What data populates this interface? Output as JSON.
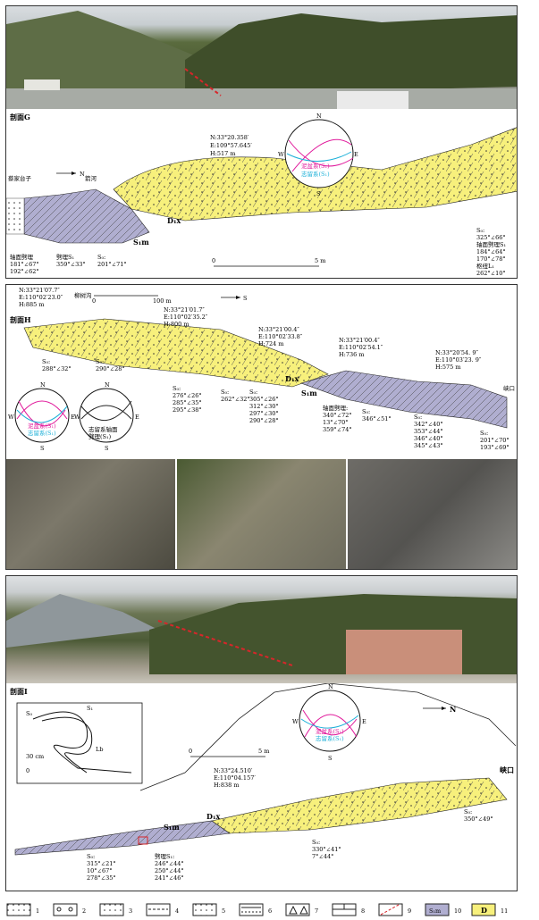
{
  "sectionG": {
    "name": "剖面G",
    "north": "N",
    "coords": [
      "N:33°20.358′",
      "E:109°57.645′",
      "H:517 m"
    ],
    "locations": [
      "蔡家台子",
      "箭河"
    ],
    "unit_dx": "D₁x",
    "unit_sm": "S₁m",
    "scale": [
      "0",
      "5 m"
    ],
    "stereonet": {
      "n": "N",
      "s": "S",
      "e": "E",
      "w": "W",
      "legend": [
        "泥盆系(S₁)",
        "志留系(S₁)"
      ]
    },
    "measurements": [
      {
        "title": "轴面劈理",
        "values": [
          "181°∠67°",
          "192°∠62°"
        ]
      },
      {
        "title": "劈理S₁",
        "values": [
          "359°∠33°"
        ]
      },
      {
        "title": "S₀:",
        "values": [
          "201°∠71°"
        ]
      },
      {
        "title": "S₀:",
        "values": [
          "325°∠66°",
          "轴面劈理S₁",
          "184°∠64°",
          "170°∠78°",
          "枢纽L₁",
          "262°∠10°"
        ]
      }
    ]
  },
  "sectionH": {
    "name": "剖面H",
    "north": "S",
    "coords": [
      [
        "N:33°21′07.7″",
        "E:110°02′23.0″",
        "H:885 m"
      ],
      [
        "N:33°21′01.7″",
        "E:110°02′35.2″",
        "H:800 m"
      ],
      [
        "N:33°21′00.4″",
        "E:110°02′33.8″",
        "H:724 m"
      ],
      [
        "N:33°21′00.4″",
        "E:110°02′54.1″",
        "H:736 m"
      ],
      [
        "N:33°20′54. 9″",
        "E:110°03′23. 9″",
        "H:575 m"
      ]
    ],
    "locations": [
      "柳树沟",
      "峡口"
    ],
    "unit_dx": "D₁x",
    "unit_sm": "S₁m",
    "scale": [
      "0",
      "100 m"
    ],
    "stereonet1": {
      "n": "N",
      "s": "S",
      "e": "E",
      "w": "W",
      "legend": [
        "泥盆系(S₁)",
        "志留系(S₁)"
      ]
    },
    "stereonet2": {
      "n": "N",
      "s": "S",
      "e": "E",
      "w": "W",
      "legend": [
        "志留系轴面",
        "劈理(S₁)"
      ]
    },
    "measurements": [
      {
        "title": "S₀:",
        "values": [
          "288°∠32°"
        ]
      },
      {
        "title": "S₀:",
        "values": [
          "290°∠28°"
        ]
      },
      {
        "title": "S₀:",
        "values": [
          "276°∠26°",
          "285°∠35°",
          "295°∠38°"
        ]
      },
      {
        "title": "S₀:",
        "values": [
          "262°∠32°"
        ]
      },
      {
        "title": "S₀:",
        "values": [
          "305°∠26°",
          "312°∠30°",
          "297°∠30°",
          "290°∠28°"
        ]
      },
      {
        "title": "轴面劈理:",
        "values": [
          "340°∠72°",
          "13°∠70°",
          "359°∠74°"
        ]
      },
      {
        "title": "S₀:",
        "values": [
          "346°∠51°"
        ]
      },
      {
        "title": "S₀:",
        "values": [
          "342°∠40°",
          "353°∠44°",
          "346°∠40°",
          "345°∠43°"
        ]
      },
      {
        "title": "S₀:",
        "values": [
          "201°∠70°",
          "193°∠69°"
        ]
      }
    ]
  },
  "sectionI": {
    "name": "剖面I",
    "north": "N",
    "coords": [
      "N:33°24.510′",
      "E:110°04.157′",
      "H:838 m"
    ],
    "locations": [
      "峡口"
    ],
    "unit_dx": "D₁x",
    "unit_sm": "S₁m",
    "scale": [
      "0",
      "5 m"
    ],
    "inset": {
      "s0": "S₀",
      "s1": "S₁",
      "lb": "Lb",
      "scale": [
        "30 cm",
        "0"
      ]
    },
    "stereonet": {
      "n": "N",
      "s": "S",
      "e": "E",
      "w": "W",
      "legend": [
        "泥盆系(S₁)",
        "志留系(S₁)"
      ]
    },
    "measurements": [
      {
        "title": "S₀:",
        "values": [
          "315°∠21°",
          "10°∠67°",
          "278°∠35°"
        ]
      },
      {
        "title": "劈理S₁:",
        "values": [
          "246°∠44°",
          "250°∠44°",
          "241°∠46°"
        ]
      },
      {
        "title": "S₀:",
        "values": [
          "330°∠41°",
          "7°∠44°"
        ]
      },
      {
        "title": "S₀:",
        "values": [
          "350°∠49°"
        ]
      }
    ]
  },
  "legend": {
    "items": [
      "1",
      "2",
      "3",
      "4",
      "5",
      "6",
      "7",
      "8",
      "9",
      "10",
      "11"
    ],
    "sm": "S₁m",
    "d": "D"
  },
  "colors": {
    "purple": "#b0aed0",
    "yellow": "#f7f07c",
    "magenta": "#e0199b",
    "cyan": "#1cb0d8",
    "red": "#d8262a"
  }
}
